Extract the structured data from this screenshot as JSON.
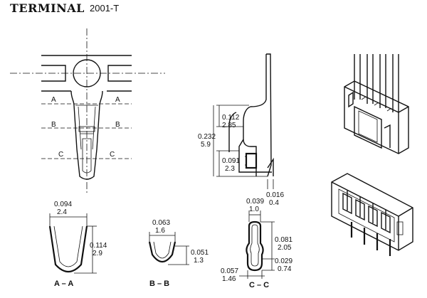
{
  "header": {
    "title": "TERMINAL",
    "part_number": "2001-T"
  },
  "plan_view": {
    "section_markers": [
      "A",
      "A",
      "B",
      "B",
      "C",
      "C"
    ]
  },
  "side_view": {
    "dims": [
      {
        "inch": "0.112",
        "mm": "2.85"
      },
      {
        "inch": "0.232",
        "mm": "5.9"
      },
      {
        "inch": "0.091",
        "mm": "2.3"
      },
      {
        "inch": "0.016",
        "mm": "0.4"
      }
    ]
  },
  "section_aa": {
    "caption": "A – A",
    "width": {
      "inch": "0.094",
      "mm": "2.4"
    },
    "height": {
      "inch": "0.114",
      "mm": "2.9"
    }
  },
  "section_bb": {
    "caption": "B – B",
    "width": {
      "inch": "0.063",
      "mm": "1.6"
    },
    "height": {
      "inch": "0.051",
      "mm": "1.3"
    }
  },
  "section_cc": {
    "caption": "C – C",
    "top": {
      "inch": "0.039",
      "mm": "1.0"
    },
    "height": {
      "inch": "0.081",
      "mm": "2.05"
    },
    "base": {
      "inch": "0.029",
      "mm": "0.74"
    },
    "width": {
      "inch": "0.057",
      "mm": "1.46"
    }
  }
}
